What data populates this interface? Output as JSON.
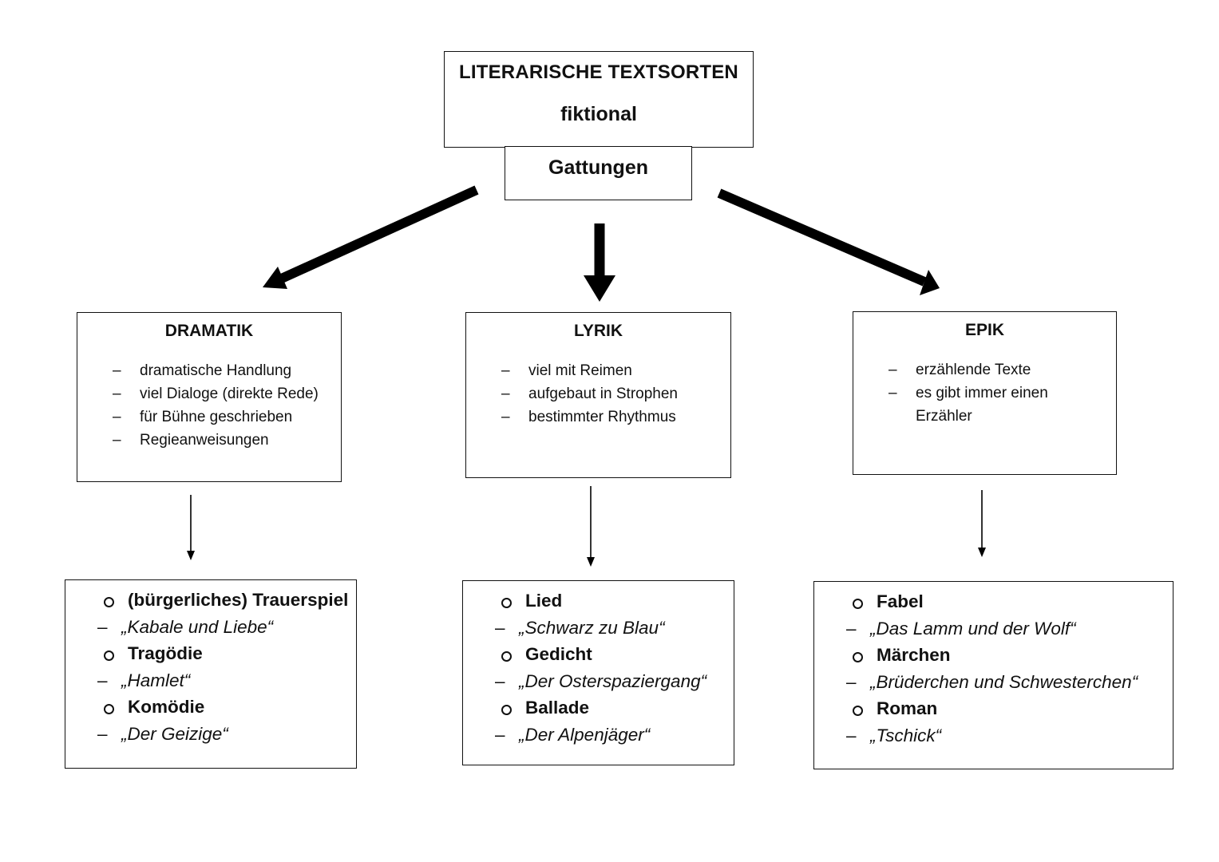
{
  "header": {
    "title": "LITERARISCHE TEXTSORTEN",
    "subtitle": "fiktional",
    "gattungen": "Gattungen"
  },
  "genres": [
    {
      "name": "DRAMATIK",
      "features": [
        "dramatische Handlung",
        "viel Dialoge (direkte Rede)",
        "für Bühne geschrieben",
        "Regieanweisungen"
      ],
      "examples": [
        {
          "type": "(bürgerliches) Trauerspiel",
          "work": "„Kabale und Liebe“"
        },
        {
          "type": "Tragödie",
          "work": "„Hamlet“"
        },
        {
          "type": "Komödie",
          "work": "„Der Geizige“"
        }
      ]
    },
    {
      "name": "LYRIK",
      "features": [
        "viel mit Reimen",
        "aufgebaut in Strophen",
        "bestimmter Rhythmus"
      ],
      "examples": [
        {
          "type": "Lied",
          "work": "„Schwarz zu Blau“"
        },
        {
          "type": "Gedicht",
          "work": "„Der Osterspaziergang“"
        },
        {
          "type": "Ballade",
          "work": "„Der Alpenjäger“"
        }
      ]
    },
    {
      "name": "EPIK",
      "features": [
        "erzählende Texte",
        "es gibt immer einen Erzähler"
      ],
      "examples": [
        {
          "type": "Fabel",
          "work": "„Das Lamm und der Wolf“"
        },
        {
          "type": "Märchen",
          "work": "„Brüderchen und Schwesterchen“"
        },
        {
          "type": "Roman",
          "work": "„Tschick“"
        }
      ]
    }
  ]
}
